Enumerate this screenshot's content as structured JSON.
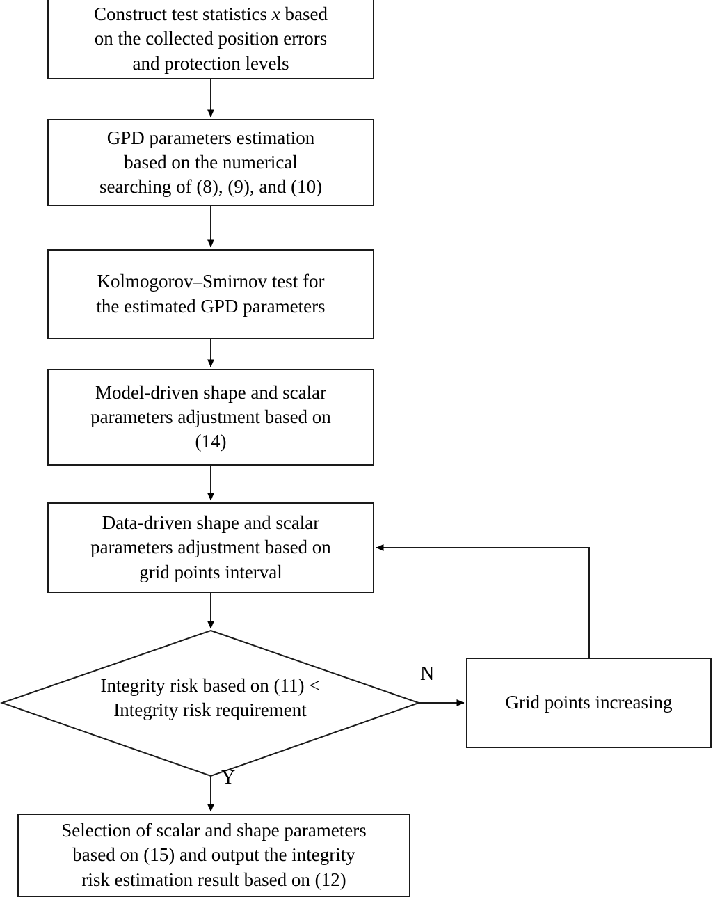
{
  "diagram": {
    "type": "flowchart",
    "title": "",
    "nodes": [
      {
        "id": "construct",
        "shape": "process",
        "text": "Construct test statistics x based\non the collected position errors\nand protection levels"
      },
      {
        "id": "gpd",
        "shape": "process",
        "text": "GPD parameters estimation\nbased on the numerical\nsearching of (8), (9), and (10)"
      },
      {
        "id": "ks",
        "shape": "process",
        "text": "Kolmogorov–Smirnov test for\nthe estimated GPD parameters"
      },
      {
        "id": "model",
        "shape": "process",
        "text": "Model-driven shape and scalar\nparameters adjustment based on\n(14)"
      },
      {
        "id": "datadriven",
        "shape": "process",
        "text": "Data-driven shape and scalar\nparameters adjustment based on\ngrid points interval"
      },
      {
        "id": "decision",
        "shape": "diamond",
        "text": "Integrity risk based on (11) <\nIntegrity risk requirement"
      },
      {
        "id": "gridpoints",
        "shape": "process",
        "text": "Grid points increasing"
      },
      {
        "id": "selection",
        "shape": "process",
        "text": "Selection of scalar and shape parameters\nbased on (15) and output the integrity\nrisk estimation result based on (12)"
      }
    ],
    "branch_labels": {
      "no": "N",
      "yes": "Y"
    },
    "colors": {
      "stroke": "#1a1a1a",
      "fill": "#ffffff",
      "text": "#000000"
    }
  }
}
